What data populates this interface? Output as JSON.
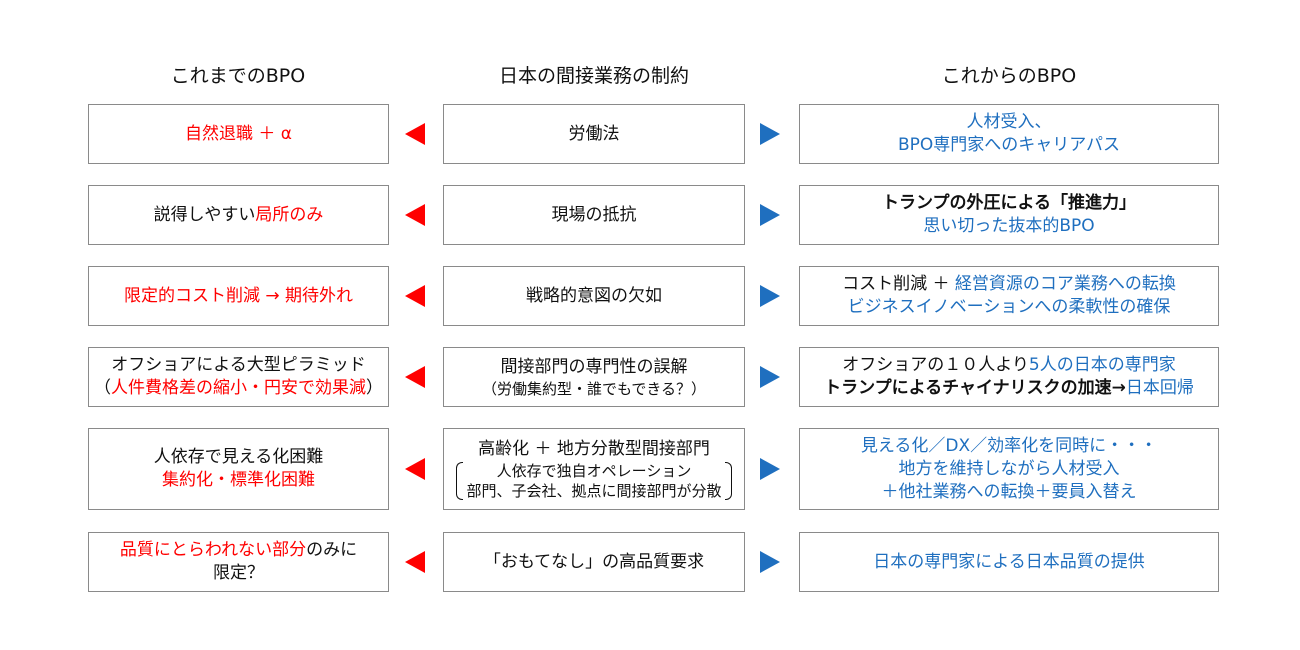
{
  "headers": {
    "left": "これまでのBPO",
    "center": "日本の間接業務の制約",
    "right": "これからのBPO"
  },
  "rows": [
    {
      "left": [
        "自然退職 ＋ α"
      ],
      "center": [
        "労働法"
      ],
      "right": [
        "人材受入、",
        "BPO専門家へのキャリアパス"
      ]
    },
    {
      "left": [
        "説得しやすい",
        "局所のみ"
      ],
      "center": [
        "現場の抵抗"
      ],
      "right": [
        "トランプの外圧による「推進力」",
        "思い切った抜本的BPO"
      ]
    },
    {
      "left": [
        "限定的コスト削減 → 期待外れ"
      ],
      "center": [
        "戦略的意図の欠如"
      ],
      "right": [
        "コスト削減 ＋ ",
        "経営資源のコア業務への転換",
        "ビジネスイノベーションへの柔軟性の確保"
      ]
    },
    {
      "left": [
        "オフショアによる大型ピラミッド",
        "（",
        "人件費格差の縮小・円安で効果減",
        "）"
      ],
      "center": [
        "間接部門の専門性の誤解",
        "（労働集約型・誰でもできる？）"
      ],
      "right": [
        "オフショアの１０人より",
        "5人の日本の専門家",
        "トランプによるチャイナリスクの加速→",
        "日本回帰"
      ]
    },
    {
      "left": [
        "人依存で見える化困難",
        "集約化・標準化困難"
      ],
      "center": [
        "高齢化 ＋ 地方分散型間接部門",
        "人依存で独自オペレーション",
        "部門、子会社、拠点に間接部門が分散"
      ],
      "right": [
        "見える化／DX／効率化を同時に・・・",
        "地方を維持しながら人材受入",
        "＋他社業務への転換＋要員入替え"
      ]
    },
    {
      "left": [
        "品質にとらわれない部分",
        "のみに",
        "限定？"
      ],
      "center": [
        "「おもてなし」の高品質要求"
      ],
      "right": [
        "日本の専門家による日本品質の提供"
      ]
    }
  ],
  "colors": {
    "red": "#ff0000",
    "blue": "#1f6fbf",
    "border": "#8a8a8a"
  }
}
